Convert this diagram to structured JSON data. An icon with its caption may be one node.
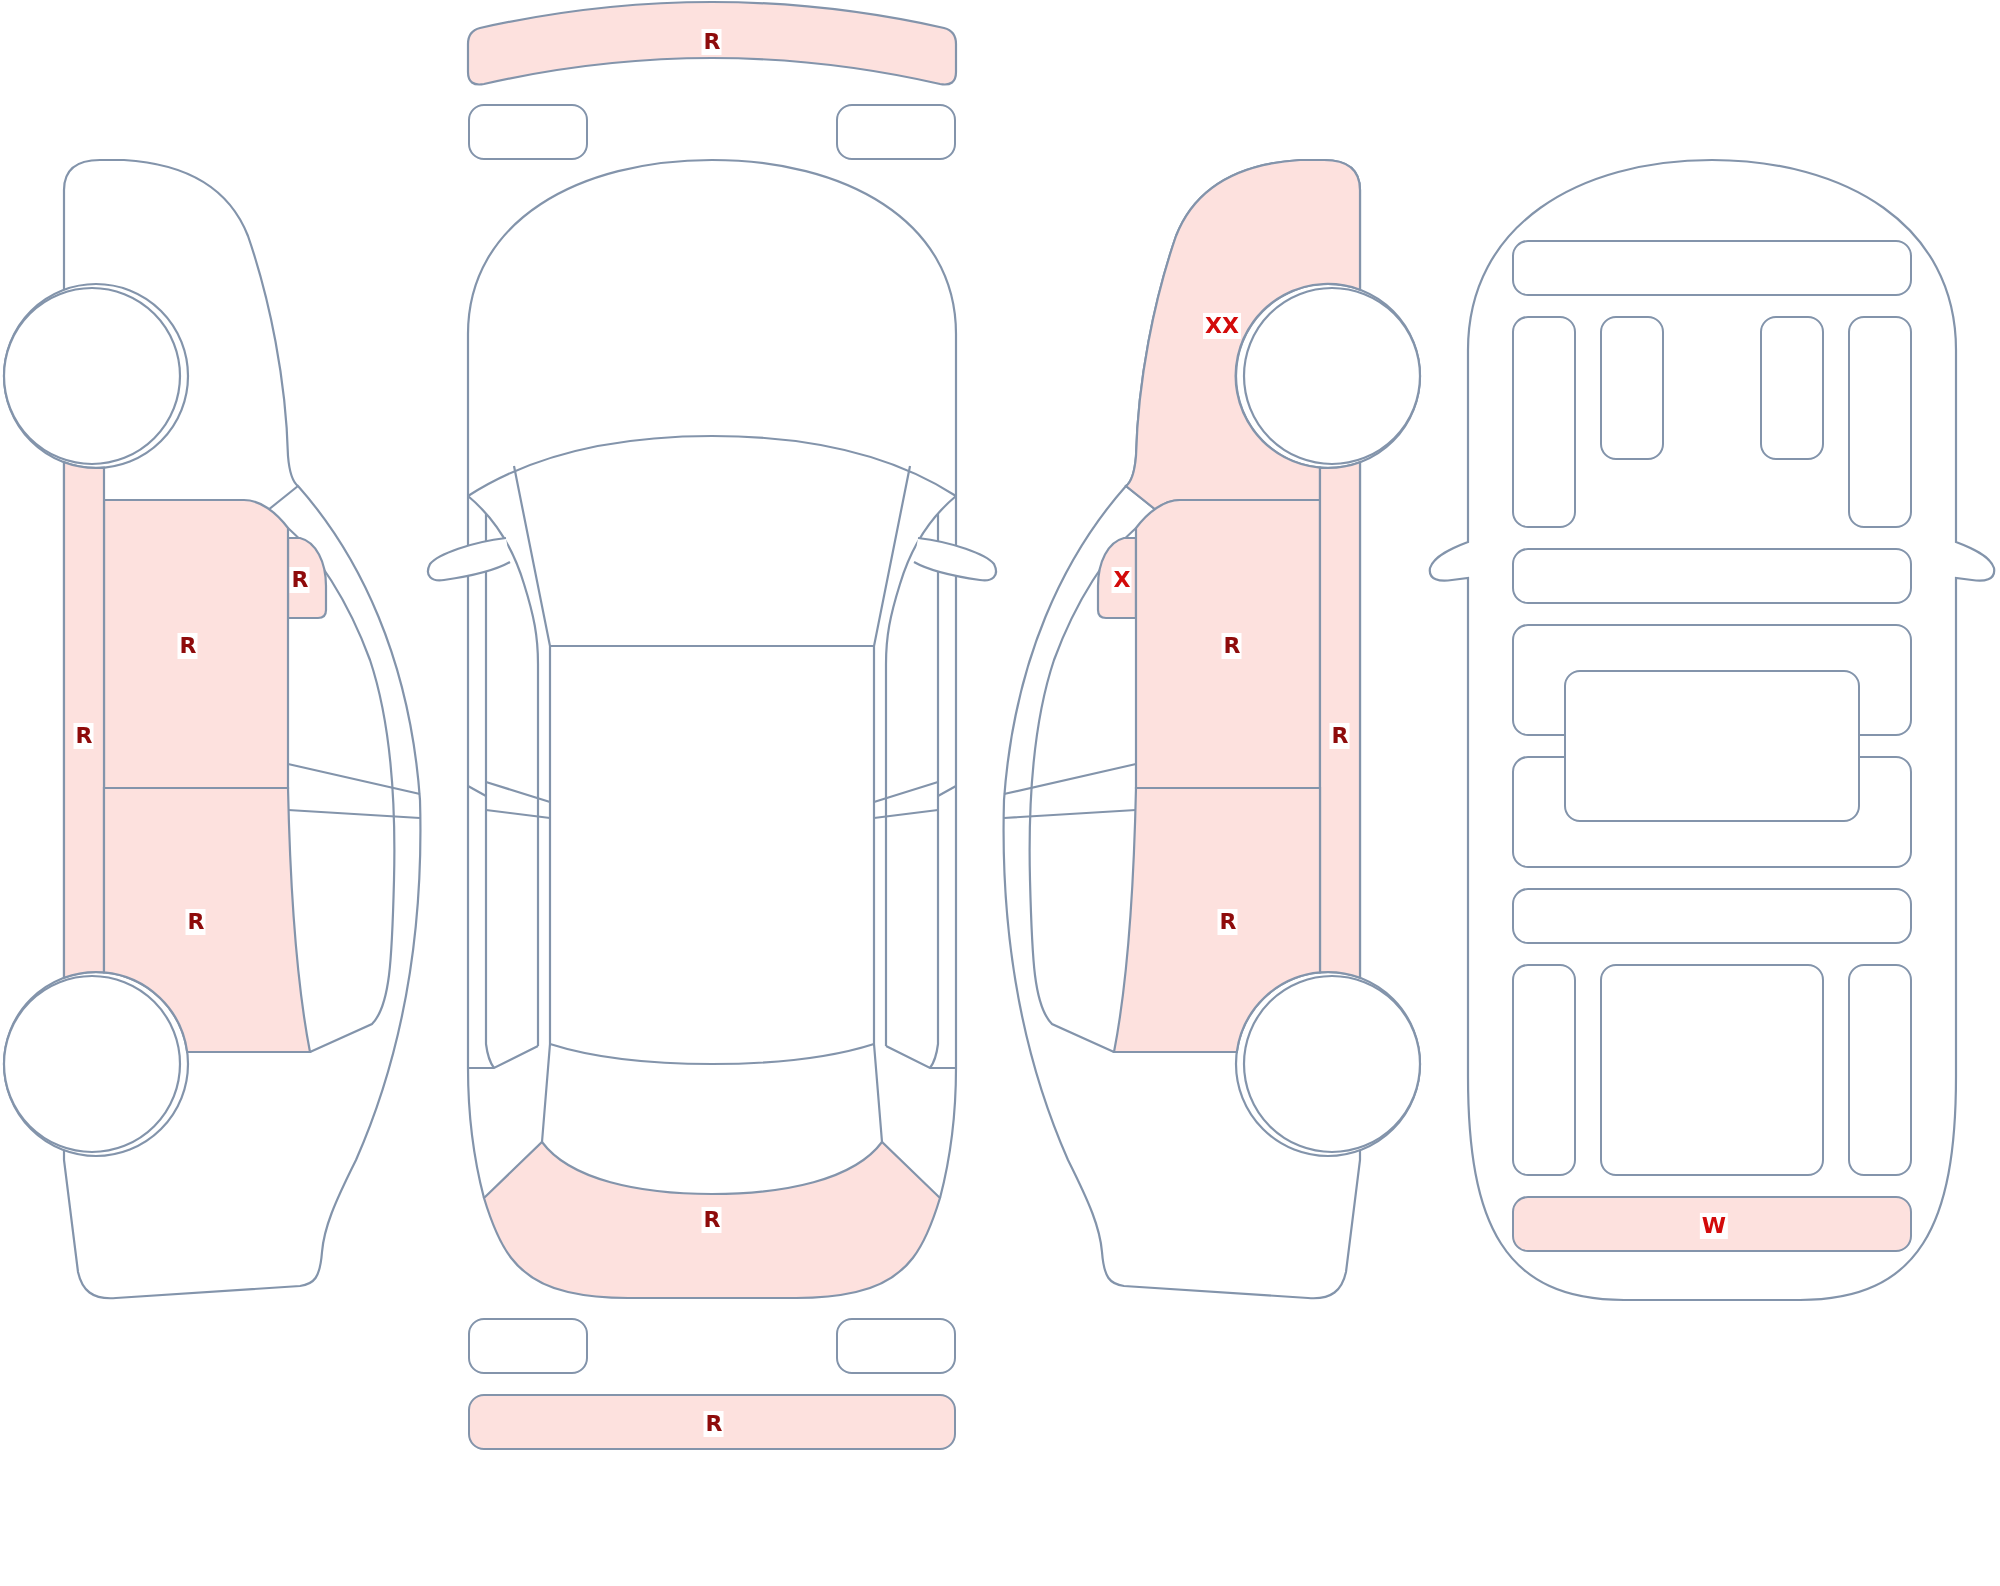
{
  "diagram": {
    "nodes": [
      {
        "text": [
          "R"
        ]
      },
      {
        "text": [
          "R"
        ]
      },
      {
        "text": [
          "R"
        ]
      },
      {
        "text": [
          "R"
        ]
      },
      {
        "text": [
          "R"
        ]
      },
      {
        "text": [],
        "shape": "box"
      },
      {
        "text": [],
        "shape": "box"
      },
      {
        "text": [
          "R"
        ]
      },
      {
        "text": [],
        "shape": "box"
      },
      {
        "text": [],
        "shape": "box"
      },
      {
        "text": [
          "R"
        ]
      },
      {
        "text": [
          "XX"
        ]
      },
      {
        "text": [
          "X"
        ]
      },
      {
        "text": [
          "R"
        ]
      },
      {
        "text": [
          "R"
        ]
      },
      {
        "text": [
          "R"
        ]
      },
      {
        "text": [],
        "shape": "box"
      },
      {
        "text": [],
        "shape": "box"
      },
      {
        "text": [],
        "shape": "box"
      },
      {
        "text": [],
        "shape": "box"
      },
      {
        "text": [],
        "shape": "box"
      },
      {
        "text": [],
        "shape": "box"
      },
      {
        "text": [],
        "shape": "box"
      },
      {
        "text": [],
        "shape": "box"
      },
      {
        "text": [],
        "shape": "box"
      },
      {
        "text": [],
        "shape": "box"
      },
      {
        "text": [],
        "shape": "box"
      },
      {
        "text": [],
        "shape": "box"
      },
      {
        "text": [],
        "shape": "box"
      },
      {
        "text": [
          "W"
        ]
      }
    ]
  }
}
